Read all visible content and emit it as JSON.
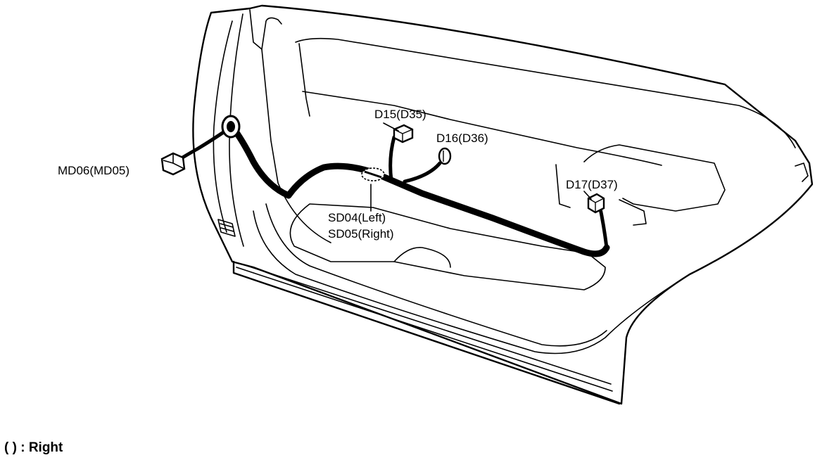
{
  "labels": {
    "md06": "MD06(MD05)",
    "d15": "D15(D35)",
    "d16": "D16(D36)",
    "d17": "D17(D37)",
    "sd04": "SD04(Left)",
    "sd05": "SD05(Right)"
  },
  "legend": "( ) : Right"
}
